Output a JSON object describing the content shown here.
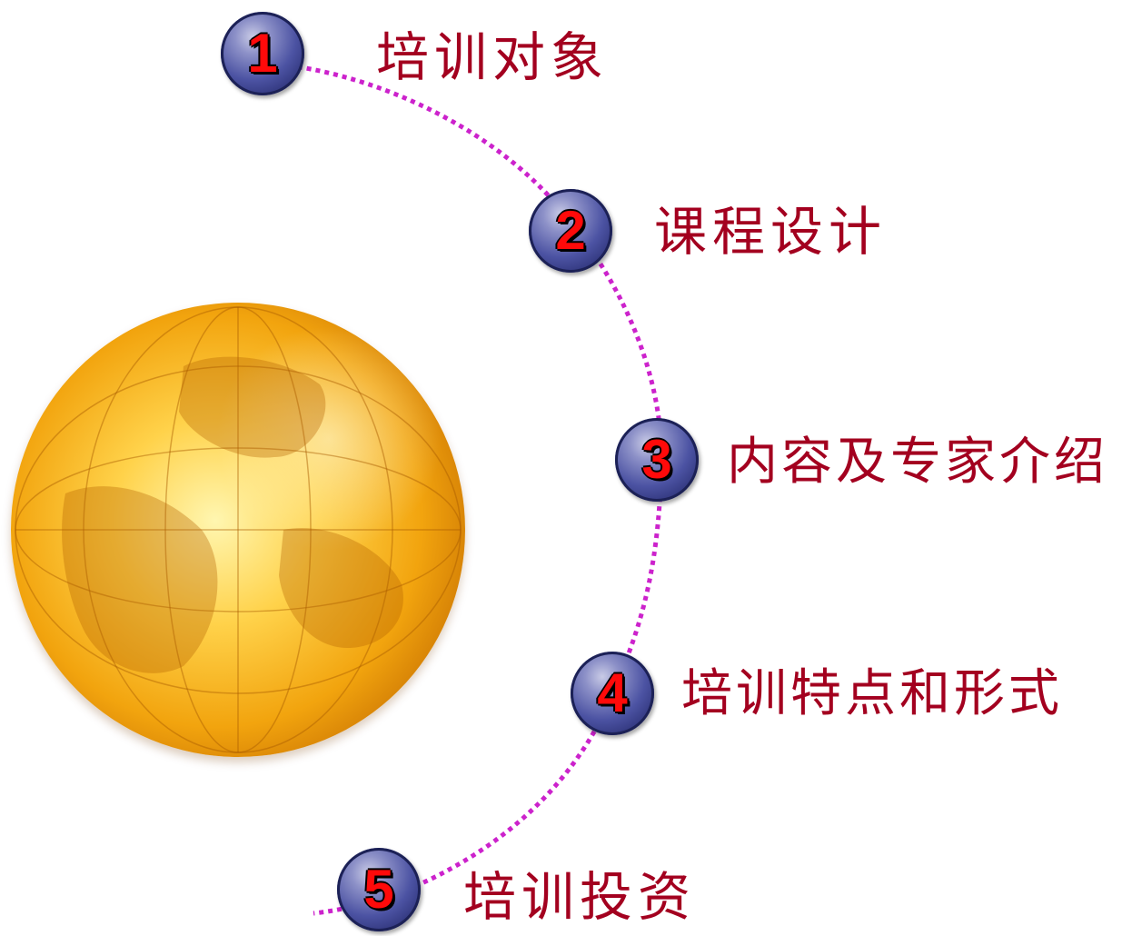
{
  "menu": {
    "items": [
      {
        "number": "1",
        "label": "培训对象"
      },
      {
        "number": "2",
        "label": "课程设计"
      },
      {
        "number": "3",
        "label": "内容及专家介绍"
      },
      {
        "number": "4",
        "label": "培训特点和形式"
      },
      {
        "number": "5",
        "label": "培训投资"
      }
    ]
  },
  "colors": {
    "label_text": "#a3001f",
    "number_text": "#ff0a0a",
    "badge": "#3a3f8f",
    "connector": "#cc22cc",
    "globe": "#f2a40e"
  },
  "icons": {
    "globe": "globe-illustration"
  }
}
